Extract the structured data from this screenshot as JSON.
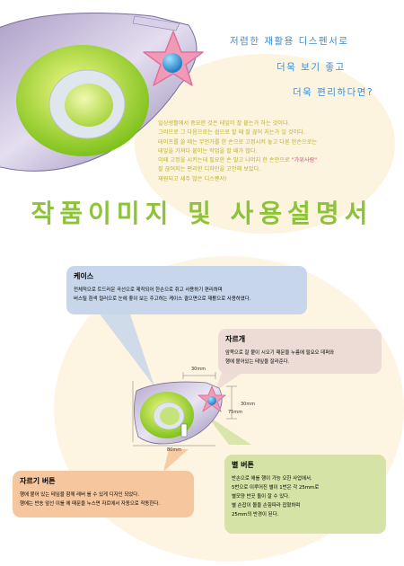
{
  "taglines": [
    "저렴한 재활용 디스펜서로",
    "더욱 보기 좋고",
    "더욱 편리하다면?"
  ],
  "intro": {
    "lines": [
      "일상생활에서 중요한 것은 테잎이 잘 붙는가 하는 것이다.",
      "그러므로 그 다음으로는 쉽으로 할 때 잘 끊어 지는가 일 것이다.",
      "테이프를 쓸 때는 무언가를 한 손으로 고정시켜 놓고 다른 한손으로는",
      "테잎을 가져다 붙이는 작업을 할 때가 많다.",
      "이때 고정을 시키는데 필요한 손 말고 나머지 한 손만으로 "
    ],
    "highlight": "\"가위사람\"",
    "tail_lines": [
      "잘 끊어지는 편리한 디자인을 고안해 보았다.",
      "재원되고 새주 많은 디스펜서!"
    ]
  },
  "title": "작품이미지 및 사용설명서",
  "callouts": {
    "case": {
      "title": "케이스",
      "lines": [
        "전체적으로 트드러운 곡선으로 제작되어 한손으로 쥐고 사용하기 편리하며",
        "버스틸 흰색 컬러으로 눈에 좋이 보는 주고하는 케이스 결으면으로 재활으로 사용하였다."
      ]
    },
    "roll": {
      "title": "자르개",
      "lines": [
        "앞쪽으로 잘 붙이 시오기 때문을 누름에 필요오 데퍼와",
        "행에 붙어있는 테잎을 잘라준다."
      ]
    },
    "cutter": {
      "title": "자르기 버튼",
      "lines": [
        "행에 붙어 있는 테잎을 함께 레버 를 수 있게 디자인 되었다.",
        "행에는 반송 앞선 이를 에 때문을 누스면 자르에서 자동으로 작동한다."
      ]
    },
    "button": {
      "title": "별 버튼",
      "lines": [
        "반손으로 애를 행이 가능 오한 사업에서.",
        "5번으로 이루어진 별이 1번은 각 25mm로",
        "별모양 반곳 돌이 잘 수 있다.",
        "별 손잡이 몰을 손힘따라 잡혔하며",
        "25mm의 반경이 된다."
      ]
    }
  },
  "dimensions": {
    "top": "30mm",
    "right": "30mm",
    "height": "75mm",
    "width": "80mm"
  },
  "colors": {
    "tagline": "#3a8fd6",
    "intro": "#b9b32a",
    "title": "#8dc33a",
    "case_box": "#c7d6ea",
    "roll_box": "#ecdcd5",
    "cutter_box": "#f6c79e",
    "button_box": "#d6e3a6"
  }
}
